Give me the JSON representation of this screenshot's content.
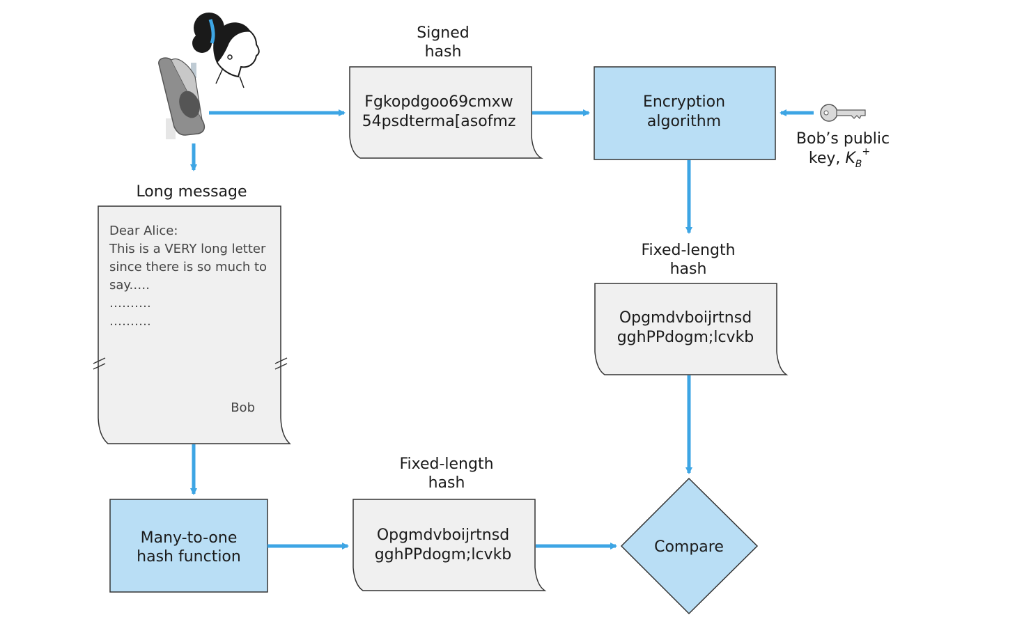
{
  "colors": {
    "arrow": "#3da5e4",
    "process_fill": "#b9def5",
    "doc_fill": "#f0f0f0",
    "stroke": "#333333"
  },
  "icons": {
    "alice": "alice-person-icon",
    "mailbox": "mailbox-icon",
    "key": "key-icon"
  },
  "signed_hash": {
    "label_line1": "Signed",
    "label_line2": "hash",
    "line1": "Fgkopdgoo69cmxw",
    "line2": "54psdterma[asofmz"
  },
  "encryption": {
    "line1": "Encryption",
    "line2": "algorithm"
  },
  "public_key": {
    "line1": "Bob’s public",
    "line2_prefix": "key, ",
    "symbol": "K",
    "subscript": "B",
    "superscript": "+"
  },
  "long_message": {
    "label": "Long message",
    "lines": [
      "Dear Alice:",
      "This is a VERY long letter",
      "since there is so much to",
      "say.….",
      "……….",
      "………."
    ],
    "signature": "Bob"
  },
  "fixed_hash_top": {
    "label_line1": "Fixed-length",
    "label_line2": "hash",
    "line1": "Opgmdvboijrtnsd",
    "line2": "gghPPdogm;lcvkb"
  },
  "hash_function": {
    "line1": "Many-to-one",
    "line2": "hash function"
  },
  "fixed_hash_bottom": {
    "label_line1": "Fixed-length",
    "label_line2": "hash",
    "line1": "Opgmdvboijrtnsd",
    "line2": "gghPPdogm;lcvkb"
  },
  "compare": {
    "label": "Compare"
  }
}
